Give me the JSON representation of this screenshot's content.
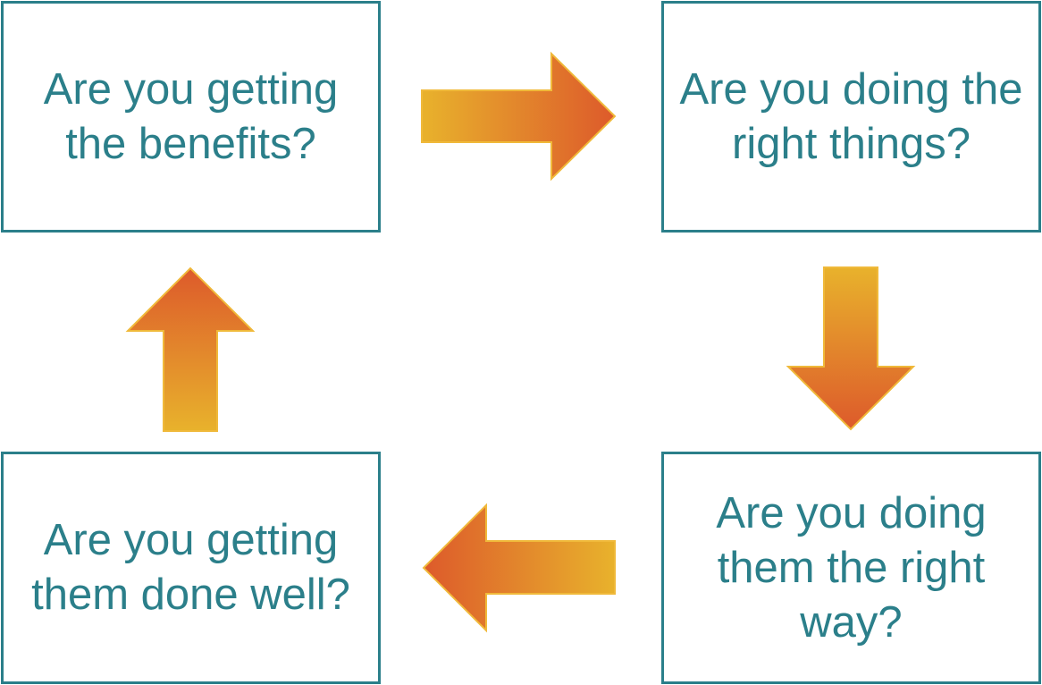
{
  "boxes": {
    "top_left": {
      "text": "Are you getting the benefits?"
    },
    "top_right": {
      "text": "Are you doing the right things?"
    },
    "bottom_right": {
      "text": "Are you doing them the right way?"
    },
    "bottom_left": {
      "text": "Are you getting them done well?"
    }
  },
  "colors": {
    "box_border": "#2b7f8a",
    "box_text": "#2b7f8a",
    "arrow_light": "#e8b22c",
    "arrow_dark": "#dd5a2b",
    "arrow_outline": "#f0b93a"
  }
}
